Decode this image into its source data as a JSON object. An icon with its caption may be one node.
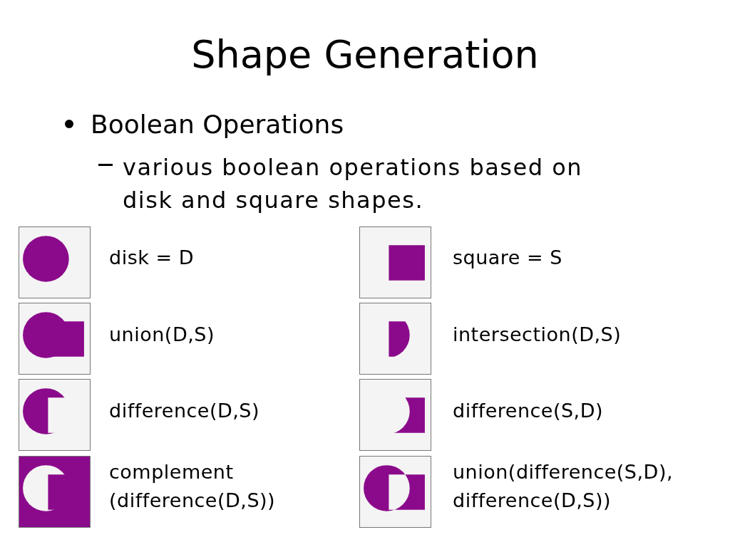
{
  "diagram": {
    "title": "Shape Generation",
    "labels": [
      "Boolean Operations",
      "various boolean operations based on disk and square shapes.",
      "disk = D",
      "square = S",
      "union(D,S)",
      "intersection(D,S)",
      "difference(D,S)",
      "difference(S,D)",
      "complement (difference(D,S))",
      "union(difference(S,D), difference(D,S))"
    ]
  }
}
